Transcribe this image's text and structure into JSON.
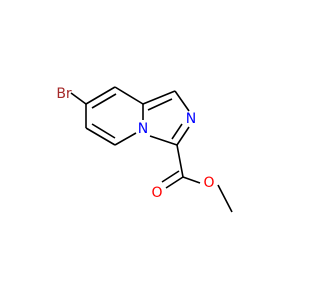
{
  "molecule": {
    "atoms": {
      "br": {
        "symbol": "Br",
        "color": "#a52a2a"
      },
      "n_imidazole": {
        "symbol": "N",
        "color": "#0000ff"
      },
      "n_bridge": {
        "symbol": "N",
        "color": "#0000ff"
      },
      "o_carbonyl": {
        "symbol": "O",
        "color": "#ff0000"
      },
      "o_ester": {
        "symbol": "O",
        "color": "#ff0000"
      }
    },
    "bond_color": "#000000",
    "background": "#ffffff"
  }
}
